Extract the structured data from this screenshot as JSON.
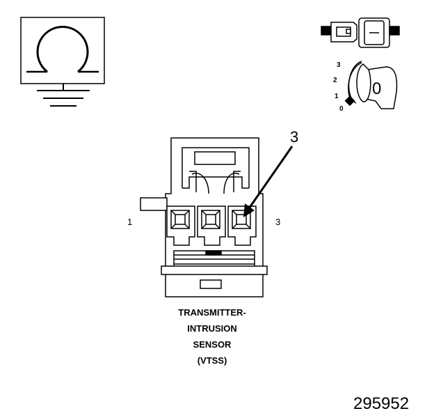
{
  "diagram": {
    "pin_labels": {
      "left": "1",
      "right": "3"
    },
    "callout_label": "3",
    "ignition_positions": [
      "3",
      "2",
      "1",
      "0"
    ],
    "key_face_label": "0",
    "caption_lines": [
      "TRANSMITTER-",
      "INTRUSION",
      "SENSOR",
      "(VTSS)"
    ],
    "figure_number": "295952",
    "symbols": [
      "ohmmeter-symbol",
      "ground-symbol",
      "connector-symbol",
      "ignition-key-symbol"
    ],
    "colors": {
      "line": "#000000",
      "background": "#ffffff"
    }
  }
}
